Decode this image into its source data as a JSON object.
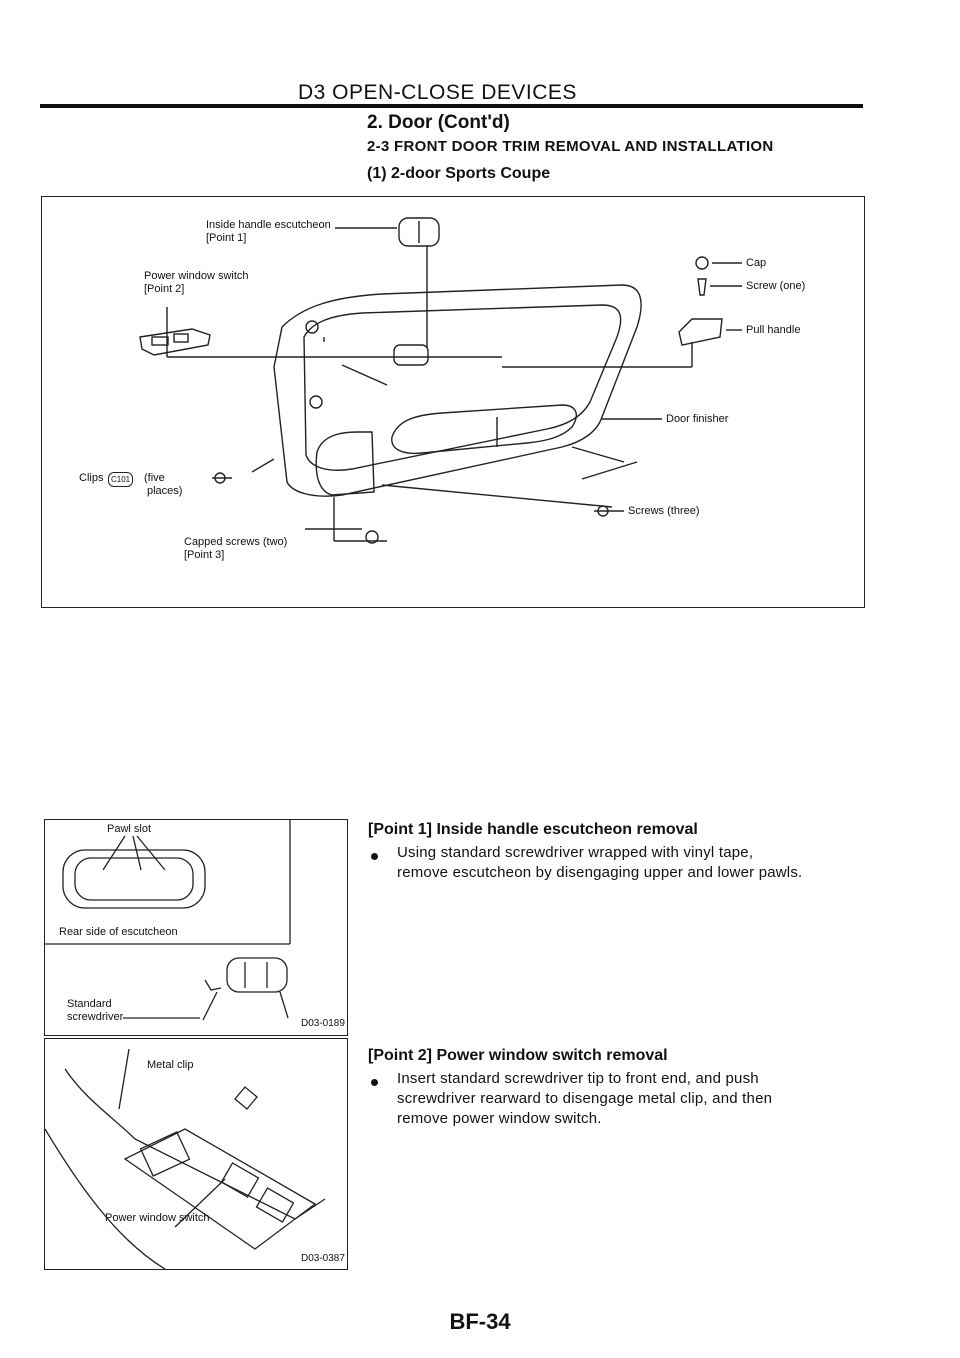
{
  "header": {
    "section": "D3 OPEN-CLOSE DEVICES",
    "subsection": "2. Door (Cont'd)",
    "procedure": "2-3 FRONT DOOR TRIM REMOVAL AND INSTALLATION",
    "variant": "(1) 2-door Sports Coupe"
  },
  "figure_main": {
    "labels": {
      "inside_handle": "Inside handle escutcheon",
      "inside_handle_point": "[Point 1]",
      "power_switch": "Power window switch",
      "power_switch_point": "[Point 2]",
      "clips": "Clips",
      "clips_code": "C101",
      "clips_count": "(five",
      "clips_places": "places)",
      "capped_screws": "Capped screws (two)",
      "capped_point": "[Point 3]",
      "cap": "Cap",
      "screw_one": "Screw (one)",
      "pull_handle": "Pull handle",
      "door_finisher": "Door finisher",
      "screws_three": "Screws (three)"
    }
  },
  "figure_escutcheon": {
    "pawl_slot": "Pawl slot",
    "rear_side": "Rear side of escutcheon",
    "standard": "Standard",
    "screwdriver": "screwdriver",
    "code": "D03-0189"
  },
  "figure_switch": {
    "metal_clip": "Metal clip",
    "power_switch": "Power window switch",
    "code": "D03-0387"
  },
  "point1": {
    "title": "[Point 1] Inside handle escutcheon removal",
    "line1": "Using standard screwdriver wrapped with vinyl tape,",
    "line2": "remove escutcheon by disengaging upper and lower pawls."
  },
  "point2": {
    "title": "[Point 2] Power window switch removal",
    "line1": "Insert standard screwdriver tip to front end, and push",
    "line2": "screwdriver rearward to disengage metal clip, and then",
    "line3": "remove power window switch."
  },
  "footer": {
    "page": "BF-34"
  }
}
